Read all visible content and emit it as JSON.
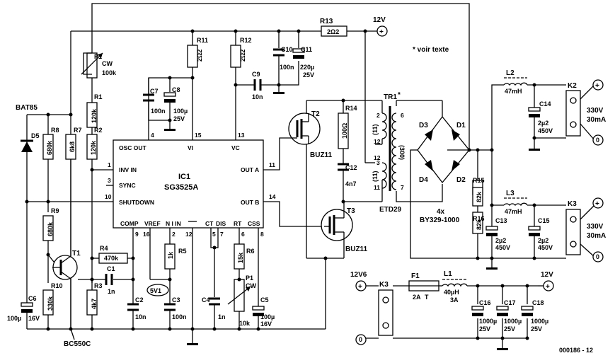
{
  "ic": {
    "name": "IC1",
    "type": "SG3525A",
    "pins": {
      "osc_out": "OSC OUT",
      "vi": "VI",
      "vc": "VC",
      "inv_in": "INV IN",
      "sync": "SYNC",
      "shutdown": "SHUTDOWN",
      "out_a": "OUT A",
      "out_b": "OUT B",
      "comp": "COMP",
      "vref": "VREF",
      "ni_in": "N I IN",
      "ct": "CT",
      "dis": "DIS",
      "rt": "RT",
      "css": "CSS"
    },
    "pin_numbers": {
      "p4": "4",
      "p15": "15",
      "p13": "13",
      "p1": "1",
      "p3": "3",
      "p10": "10",
      "p11": "11",
      "p14": "14",
      "p9": "9",
      "p16": "16",
      "p2": "2",
      "p12": "12",
      "p5": "5",
      "p7": "7",
      "p6": "6",
      "p8": "8"
    }
  },
  "components": {
    "r13": {
      "name": "R13",
      "value": "2Ω2"
    },
    "r11": {
      "name": "R11",
      "value": "2Ω2"
    },
    "r12": {
      "name": "R12",
      "value": "2Ω2"
    },
    "c10": {
      "name": "C10",
      "value": "100n"
    },
    "c11": {
      "name": "C11",
      "value": "220µ",
      "v": "25V"
    },
    "c9": {
      "name": "C9",
      "value": "10n"
    },
    "c7": {
      "name": "C7",
      "value": "100n"
    },
    "c8": {
      "name": "C8",
      "value": "100µ",
      "v": "25V"
    },
    "p1a": {
      "name": "P1",
      "cw": "CW",
      "value": "100k"
    },
    "r1": {
      "name": "R1",
      "value": "120k"
    },
    "r2": {
      "name": "R2",
      "value": "120k"
    },
    "r8": {
      "name": "R8",
      "value": "680k"
    },
    "r7": {
      "name": "R7",
      "value": "6k8"
    },
    "r9": {
      "name": "R9",
      "value": "680k"
    },
    "r10": {
      "name": "R10",
      "value": "330k"
    },
    "d5": {
      "name": "D5"
    },
    "bat85": {
      "name": "BAT85"
    },
    "t1": {
      "name": "T1",
      "type": "BC550C"
    },
    "c6": {
      "name": "C6",
      "value": "100µ",
      "v": "16V"
    },
    "r4": {
      "name": "R4",
      "value": "470k"
    },
    "c1": {
      "name": "C1",
      "value": "1n"
    },
    "r3": {
      "name": "R3",
      "value": "4k7"
    },
    "c2": {
      "name": "C2",
      "value": "10n"
    },
    "r5": {
      "name": "R5",
      "value": "1k"
    },
    "v5": {
      "value": "5V1"
    },
    "c3": {
      "name": "C3",
      "value": "100n"
    },
    "c4": {
      "name": "C4",
      "value": "1n"
    },
    "r6": {
      "name": "R6",
      "value": "15k"
    },
    "p1b": {
      "name": "P1",
      "cw": "CW",
      "value": "10k"
    },
    "c5": {
      "name": "C5",
      "value": "100µ",
      "v": "16V"
    },
    "t2": {
      "name": "T2",
      "type": "BUZ11"
    },
    "t3": {
      "name": "T3",
      "type": "BUZ11"
    },
    "r14": {
      "name": "R14",
      "value": "100Ω"
    },
    "c12": {
      "name": "C12",
      "value": "4n7"
    },
    "tr1": {
      "name": "TR1",
      "core": "ETD29",
      "w1": "(11)",
      "w2": "(11)",
      "w3": "(300)",
      "n2": "2",
      "n12a": "12",
      "n3": "3",
      "n11": "11",
      "n6": "6",
      "n7": "7",
      "n12b": "12"
    },
    "d1": {
      "name": "D1"
    },
    "d2": {
      "name": "D2"
    },
    "d3": {
      "name": "D3"
    },
    "d4": {
      "name": "D4"
    },
    "bridge": {
      "label": "4x",
      "type": "BY329-1000"
    },
    "r15": {
      "name": "R15",
      "value": "82k"
    },
    "r16": {
      "name": "R16",
      "value": "82k"
    },
    "c13": {
      "name": "C13",
      "value": "2µ2",
      "v": "450V"
    },
    "c14": {
      "name": "C14",
      "value": "2µ2",
      "v": "450V"
    },
    "c15": {
      "name": "C15",
      "value": "2µ2",
      "v": "450V"
    },
    "l2": {
      "name": "L2",
      "value": "47mH"
    },
    "l3": {
      "name": "L3",
      "value": "47mH"
    },
    "k2": {
      "name": "K2",
      "v": "330V",
      "i": "30mA"
    },
    "k3out": {
      "name": "K3",
      "v": "330V",
      "i": "30mA"
    },
    "k3in": {
      "name": "K3"
    },
    "f1": {
      "name": "F1",
      "value": "2A",
      "t": "T"
    },
    "l1": {
      "name": "L1",
      "value": "40µH",
      "i": "3A"
    },
    "c16": {
      "name": "C16",
      "value": "1000µ",
      "v": "25V"
    },
    "c17": {
      "name": "C17",
      "value": "1000µ",
      "v": "25V"
    },
    "c18": {
      "name": "C18",
      "value": "1000µ",
      "v": "25V"
    }
  },
  "rails": {
    "v12_top": "12V",
    "v12_bottom": "12V",
    "v12v6": "12V6"
  },
  "notes": {
    "voir": "* voir texte",
    "star": "*",
    "code": "000186 - 12"
  }
}
